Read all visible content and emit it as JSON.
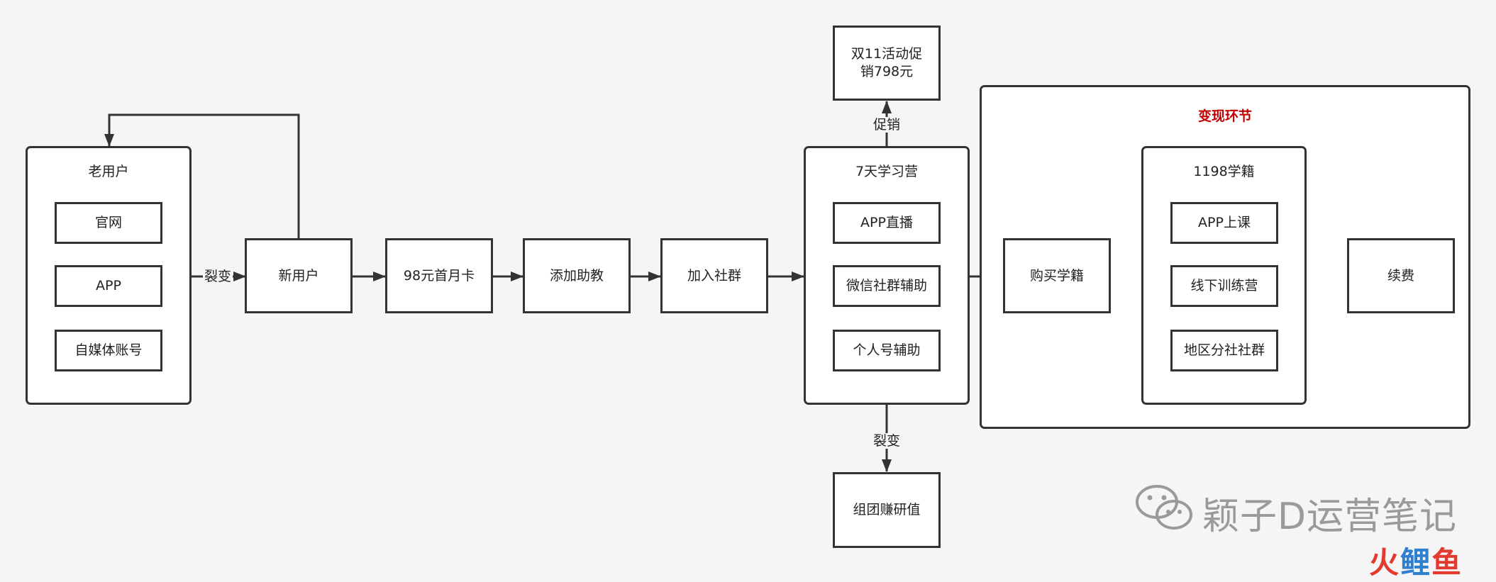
{
  "old_user": {
    "title": "老用户",
    "items": [
      "官网",
      "APP",
      "自媒体账号"
    ]
  },
  "new_user": "新用户",
  "first_month_card": "98元首月卡",
  "add_assistant": "添加助教",
  "join_community": "加入社群",
  "camp": {
    "title": "7天学习营",
    "items": [
      "APP直播",
      "微信社群辅助",
      "个人号辅助"
    ]
  },
  "double11": "双11活动促销798元",
  "group_buy": "组团赚研值",
  "monetization": {
    "title": "变现环节",
    "buy": "购买学籍",
    "course": {
      "title": "1198学籍",
      "items": [
        "APP上课",
        "线下训练营",
        "地区分社社群"
      ]
    },
    "renew": "续费"
  },
  "edge_labels": {
    "fission_left": "裂变",
    "promo": "促销",
    "fission_down": "裂变"
  },
  "watermark": {
    "text": "颖子D运营笔记",
    "logo": [
      "火",
      "鲤",
      "鱼"
    ]
  },
  "colors": {
    "line": "#333333",
    "accent_title": "#c00000",
    "background": "#f5f5f5",
    "watermark": "#9a9a9a"
  }
}
